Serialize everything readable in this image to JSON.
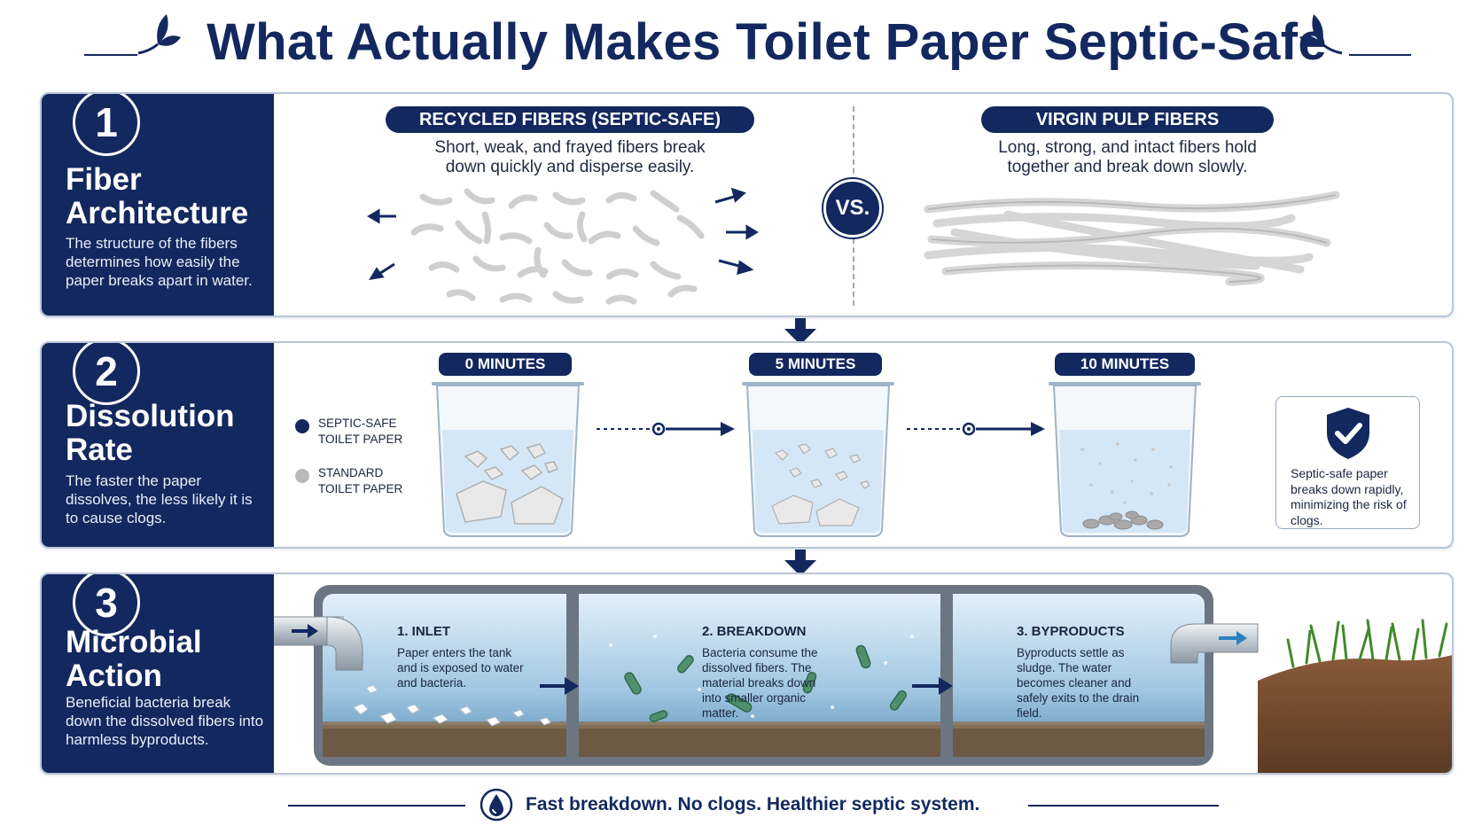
{
  "title": "What Actually Makes Toilet Paper Septic-Safe",
  "colors": {
    "navy": "#13285f",
    "border": "#b9c6d8",
    "water": "#cfe4f4",
    "fiber": "#dcdcdc"
  },
  "sections": [
    {
      "number": "1",
      "title_line1": "Fiber",
      "title_line2": "Architecture",
      "description": "The structure of the fibers determines how easily the paper breaks apart in water.",
      "left_label": "RECYCLED FIBERS (SEPTIC-SAFE)",
      "left_caption_line1": "Short, weak, and frayed fibers break",
      "left_caption_line2": "down quickly and disperse easily.",
      "vs_label": "VS.",
      "right_label": "VIRGIN PULP FIBERS",
      "right_caption_line1": "Long, strong, and intact fibers hold",
      "right_caption_line2": "together and break down slowly."
    },
    {
      "number": "2",
      "title_line1": "Dissolution",
      "title_line2": "Rate",
      "description": "The faster the paper dissolves, the less likely it is to cause clogs.",
      "legend": [
        {
          "line1": "SEPTIC-SAFE",
          "line2": "TOILET PAPER",
          "color": "#13285f"
        },
        {
          "line1": "STANDARD",
          "line2": "TOILET PAPER",
          "color": "#b9b9b9"
        }
      ],
      "stages": [
        "0 MINUTES",
        "5 MINUTES",
        "10 MINUTES"
      ],
      "badge_icon": "shield-check-icon",
      "badge_text": "Septic-safe paper breaks down rapidly, minimizing the risk of clogs."
    },
    {
      "number": "3",
      "title_line1": "Microbial",
      "title_line2": "Action",
      "description": "Beneficial bacteria break down the dissolved fibers into harmless byproducts.",
      "chambers": [
        {
          "heading": "1. INLET",
          "text": "Paper enters the tank and is exposed to water and bacteria."
        },
        {
          "heading": "2. BREAKDOWN",
          "text": "Bacteria consume the dissolved fibers. The material breaks down into smaller organic matter."
        },
        {
          "heading": "3. BYPRODUCTS",
          "text": "Byproducts settle as sludge. The water becomes cleaner and safely exits to the drain field."
        }
      ]
    }
  ],
  "footer": {
    "icon": "water-drop-icon",
    "tagline": "Fast breakdown. No clogs. Healthier septic system."
  }
}
